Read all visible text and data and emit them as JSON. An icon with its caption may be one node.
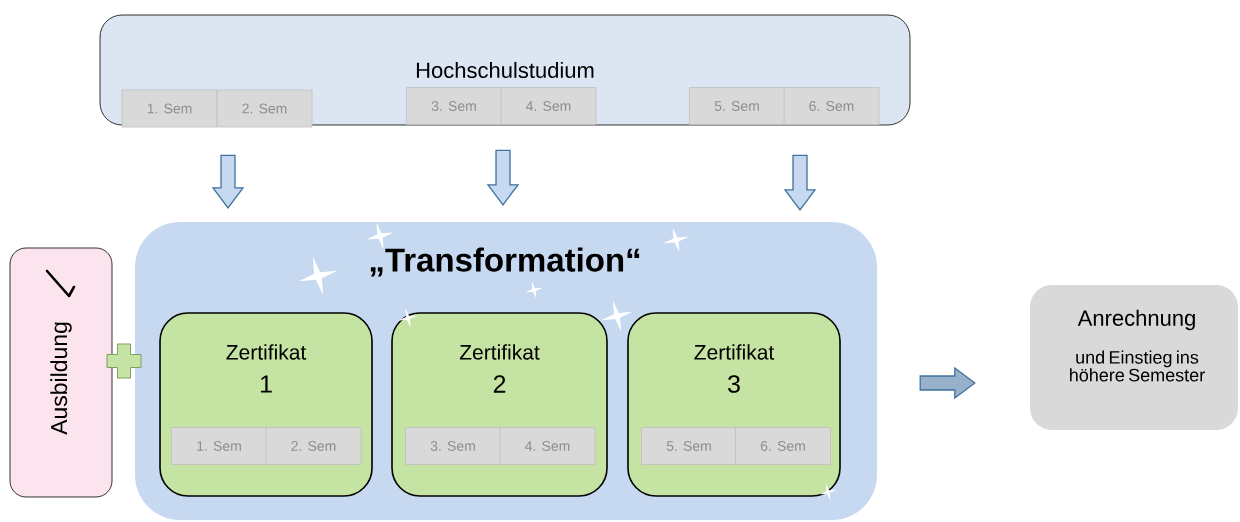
{
  "diagram": {
    "nodes": [
      {
        "text": [
          "Hochschulstudium"
        ]
      },
      {
        "text": [
          "1. Sem"
        ],
        "in": 0
      },
      {
        "text": [
          "2. Sem"
        ],
        "in": 0
      },
      {
        "text": [
          "3. Sem"
        ],
        "in": 0
      },
      {
        "text": [
          "4. Sem"
        ],
        "in": 0
      },
      {
        "text": [
          "5. Sem"
        ],
        "in": 0
      },
      {
        "text": [
          "6. Sem"
        ],
        "in": 0
      },
      {
        "text": [
          "„Transformation“"
        ]
      },
      {
        "text": [
          "Zertifikat",
          "1"
        ],
        "in": 7
      },
      {
        "text": [
          "1. Sem"
        ],
        "in": 8
      },
      {
        "text": [
          "2. Sem"
        ],
        "in": 8
      },
      {
        "text": [
          "Zertifikat",
          "2"
        ],
        "in": 7
      },
      {
        "text": [
          "3. Sem"
        ],
        "in": 11
      },
      {
        "text": [
          "4. Sem"
        ],
        "in": 11
      },
      {
        "text": [
          "Zertifikat",
          "3"
        ],
        "in": 7
      },
      {
        "text": [
          "5. Sem"
        ],
        "in": 14
      },
      {
        "text": [
          "6. Sem"
        ],
        "in": 14
      },
      {
        "text": [
          "Ausbildung"
        ]
      },
      {
        "text": [
          "Anrechnung",
          "und Einstieg ins höhere Semester"
        ]
      }
    ],
    "edges": [
      {
        "from": 0,
        "to": 7,
        "arrow": "to"
      },
      {
        "from": 0,
        "to": 7,
        "arrow": "to"
      },
      {
        "from": 0,
        "to": 7,
        "arrow": "to"
      },
      {
        "from": 7,
        "to": 18,
        "arrow": "to"
      }
    ]
  }
}
